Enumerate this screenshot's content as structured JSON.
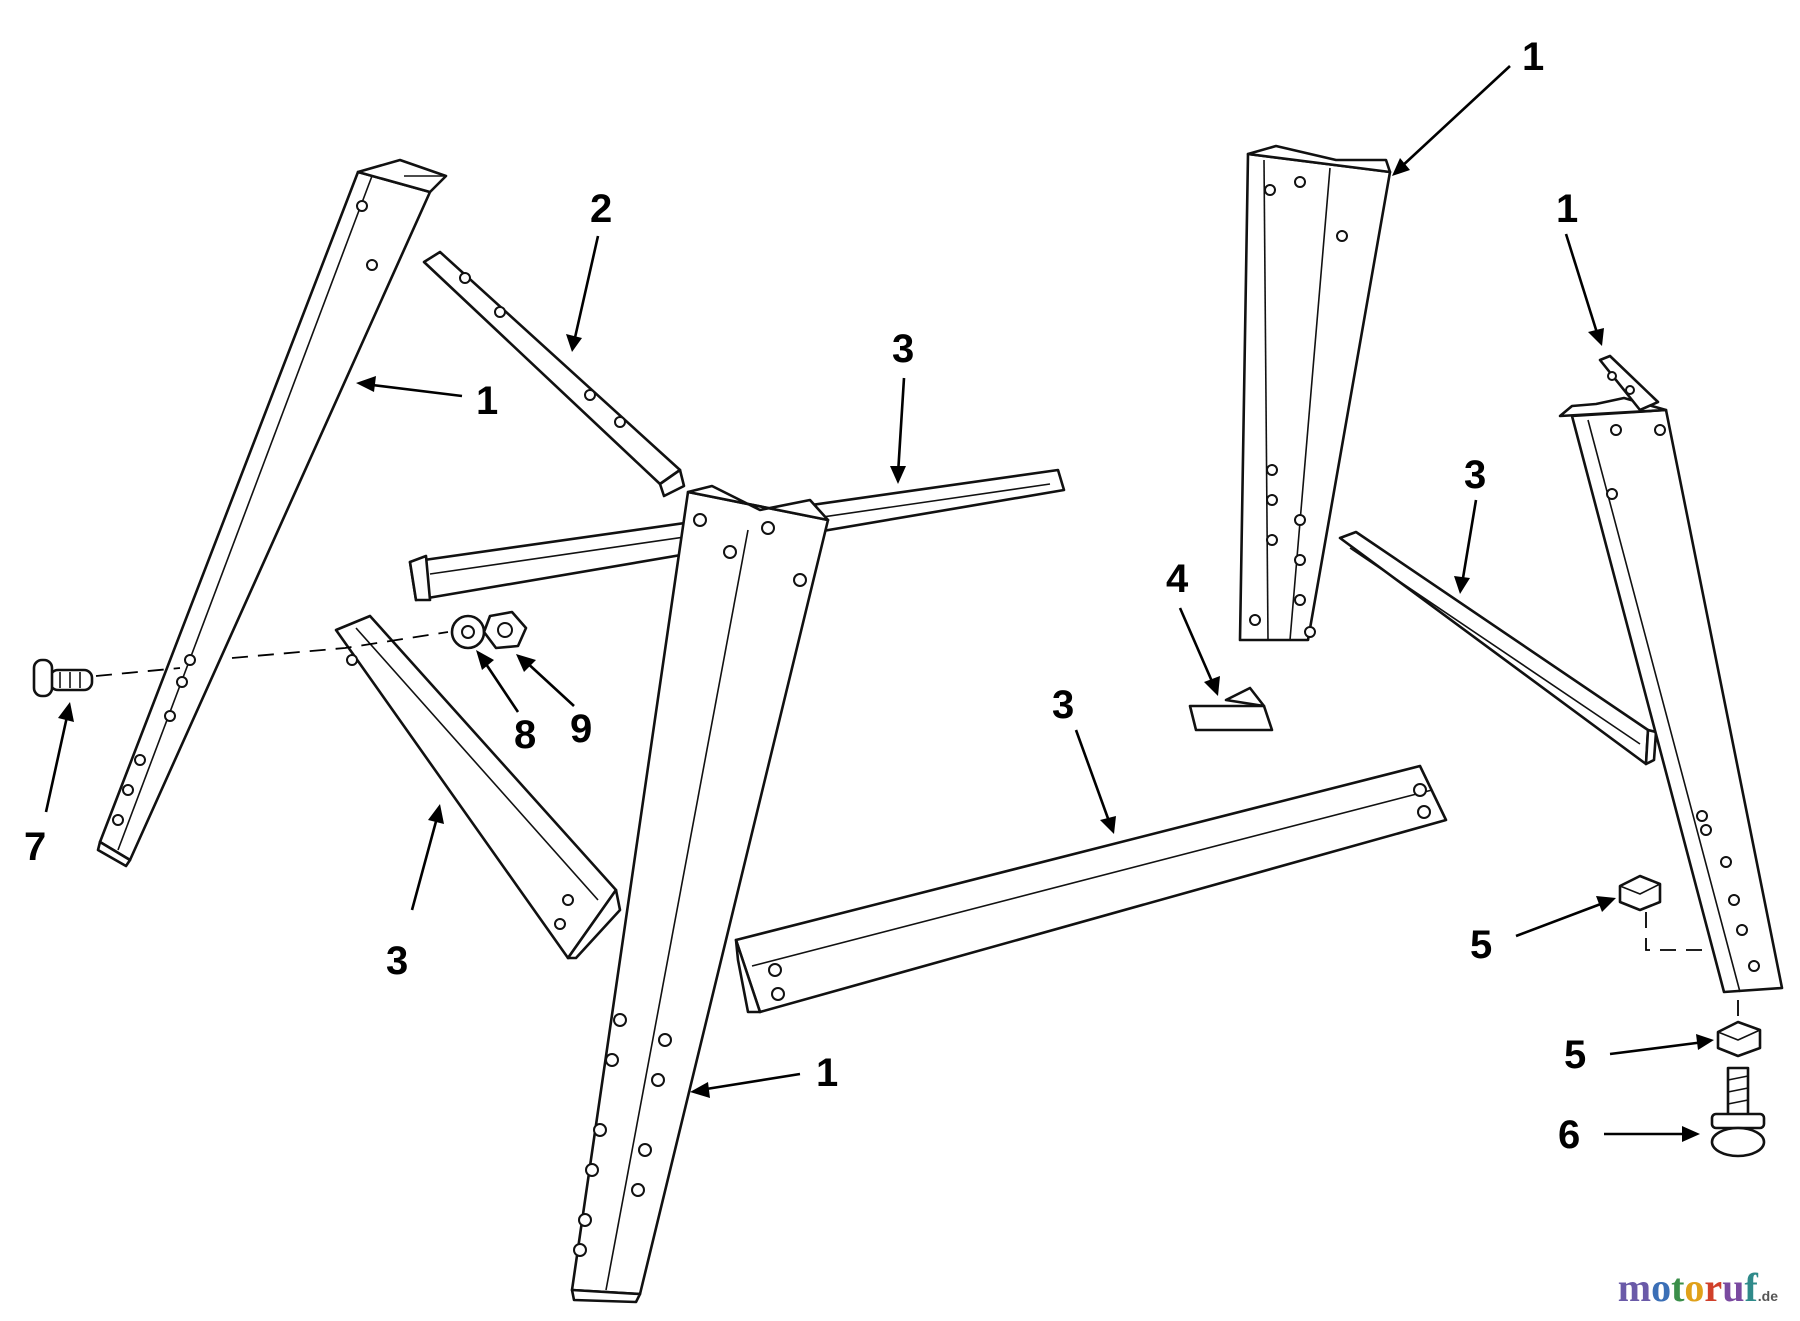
{
  "callouts": {
    "leg_left": "1",
    "leg_center": "1",
    "leg_back": "1",
    "leg_right": "1",
    "stiffener_top": "2",
    "brace_center": "3",
    "brace_left": "3",
    "brace_front": "3",
    "brace_right": "3",
    "clip": "4",
    "nut_upper": "5",
    "nut_lower": "5",
    "leveler_foot": "6",
    "carriage_bolt": "7",
    "lockwasher": "8",
    "hex_nut": "9"
  },
  "watermark": {
    "m": "m",
    "o1": "o",
    "t": "t",
    "o2": "o",
    "r": "r",
    "u": "u",
    "f": "f",
    "suffix": ".de"
  }
}
